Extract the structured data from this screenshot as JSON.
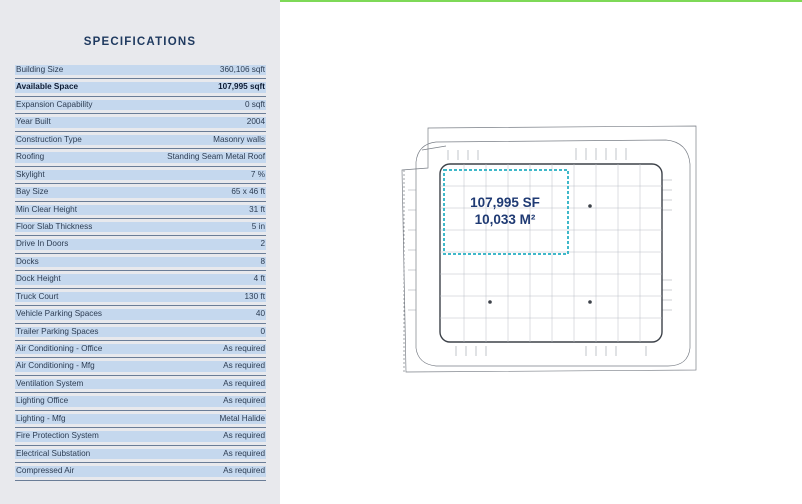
{
  "specs": {
    "title": "SPECIFICATIONS",
    "rows": [
      {
        "label": "Building Size",
        "value": "360,106 sqft"
      },
      {
        "label": "Available Space",
        "value": "107,995 sqft"
      },
      {
        "label": "Expansion Capability",
        "value": "0 sqft"
      },
      {
        "label": "Year Built",
        "value": "2004"
      },
      {
        "label": "Construction Type",
        "value": "Masonry walls"
      },
      {
        "label": "Roofing",
        "value": "Standing Seam Metal Roof"
      },
      {
        "label": "Skylight",
        "value": "7 %"
      },
      {
        "label": "Bay Size",
        "value": "65 x 46 ft"
      },
      {
        "label": "Min Clear Height",
        "value": "31 ft"
      },
      {
        "label": "Floor Slab Thickness",
        "value": "5 in"
      },
      {
        "label": "Drive In Doors",
        "value": "2"
      },
      {
        "label": "Docks",
        "value": "8"
      },
      {
        "label": "Dock Height",
        "value": "4 ft"
      },
      {
        "label": "Truck Court",
        "value": "130 ft"
      },
      {
        "label": "Vehicle Parking Spaces",
        "value": "40"
      },
      {
        "label": "Trailer Parking Spaces",
        "value": "0"
      },
      {
        "label": "Air Conditioning - Office",
        "value": "As required"
      },
      {
        "label": "Air Conditioning - Mfg",
        "value": "As required"
      },
      {
        "label": "Ventilation System",
        "value": "As required"
      },
      {
        "label": "Lighting Office",
        "value": "As required"
      },
      {
        "label": "Lighting - Mfg",
        "value": "Metal Halide"
      },
      {
        "label": "Fire Protection System",
        "value": "As required"
      },
      {
        "label": "Electrical Substation",
        "value": "As required"
      },
      {
        "label": "Compressed Air",
        "value": "As required"
      }
    ]
  },
  "floorplan": {
    "area_sf": "107,995 SF",
    "area_m2": "10,033 M²"
  },
  "colors": {
    "accent_line": "#7ed957",
    "row_fill": "#c5d8ee",
    "highlight_outline": "#3fb8c9",
    "area_text": "#1f3a73"
  }
}
